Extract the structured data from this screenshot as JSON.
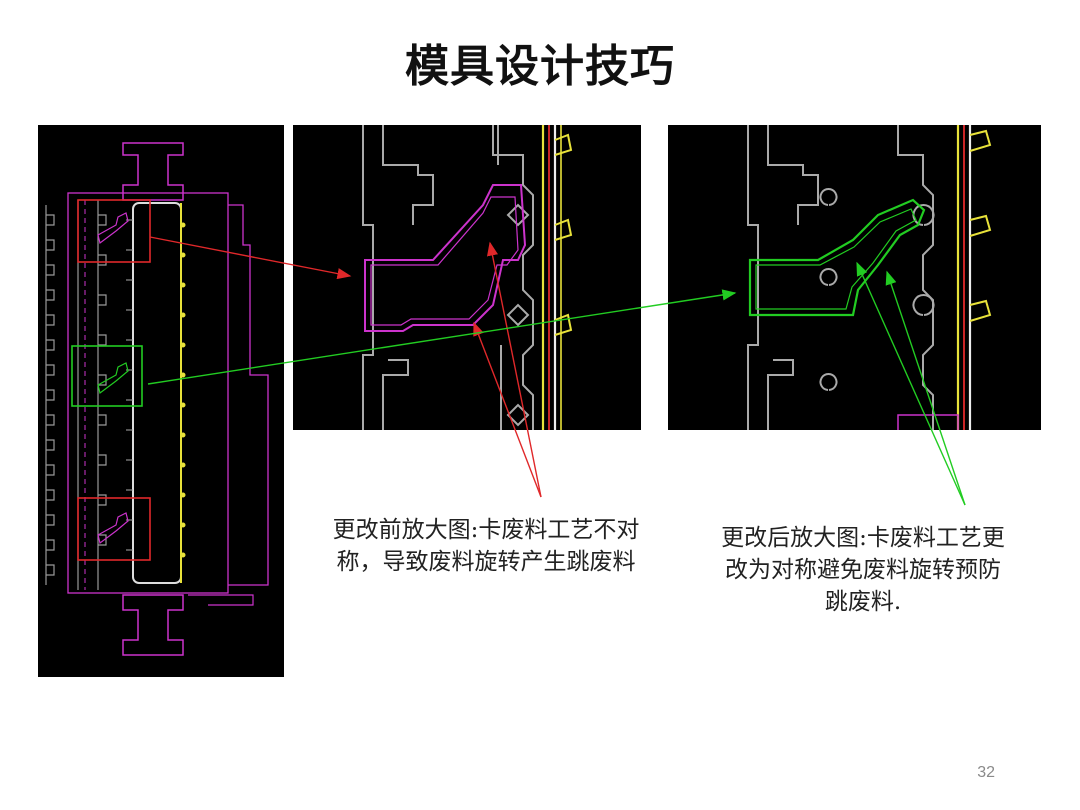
{
  "slide": {
    "title": "模具设计技巧",
    "caption_before": "更改前放大图:卡废料工艺不对称，导致废料旋转产生跳废料",
    "caption_after": "更改后放大图:卡废料工艺更改为对称避免废料旋转预防跳废料.",
    "page_number": "32"
  },
  "colors": {
    "before_highlight": "#e0282a",
    "after_highlight": "#22cc22",
    "cad_outline": "#cc33cc",
    "cad_gray": "#aaaaaa",
    "cad_yellow": "#e8e23a"
  }
}
